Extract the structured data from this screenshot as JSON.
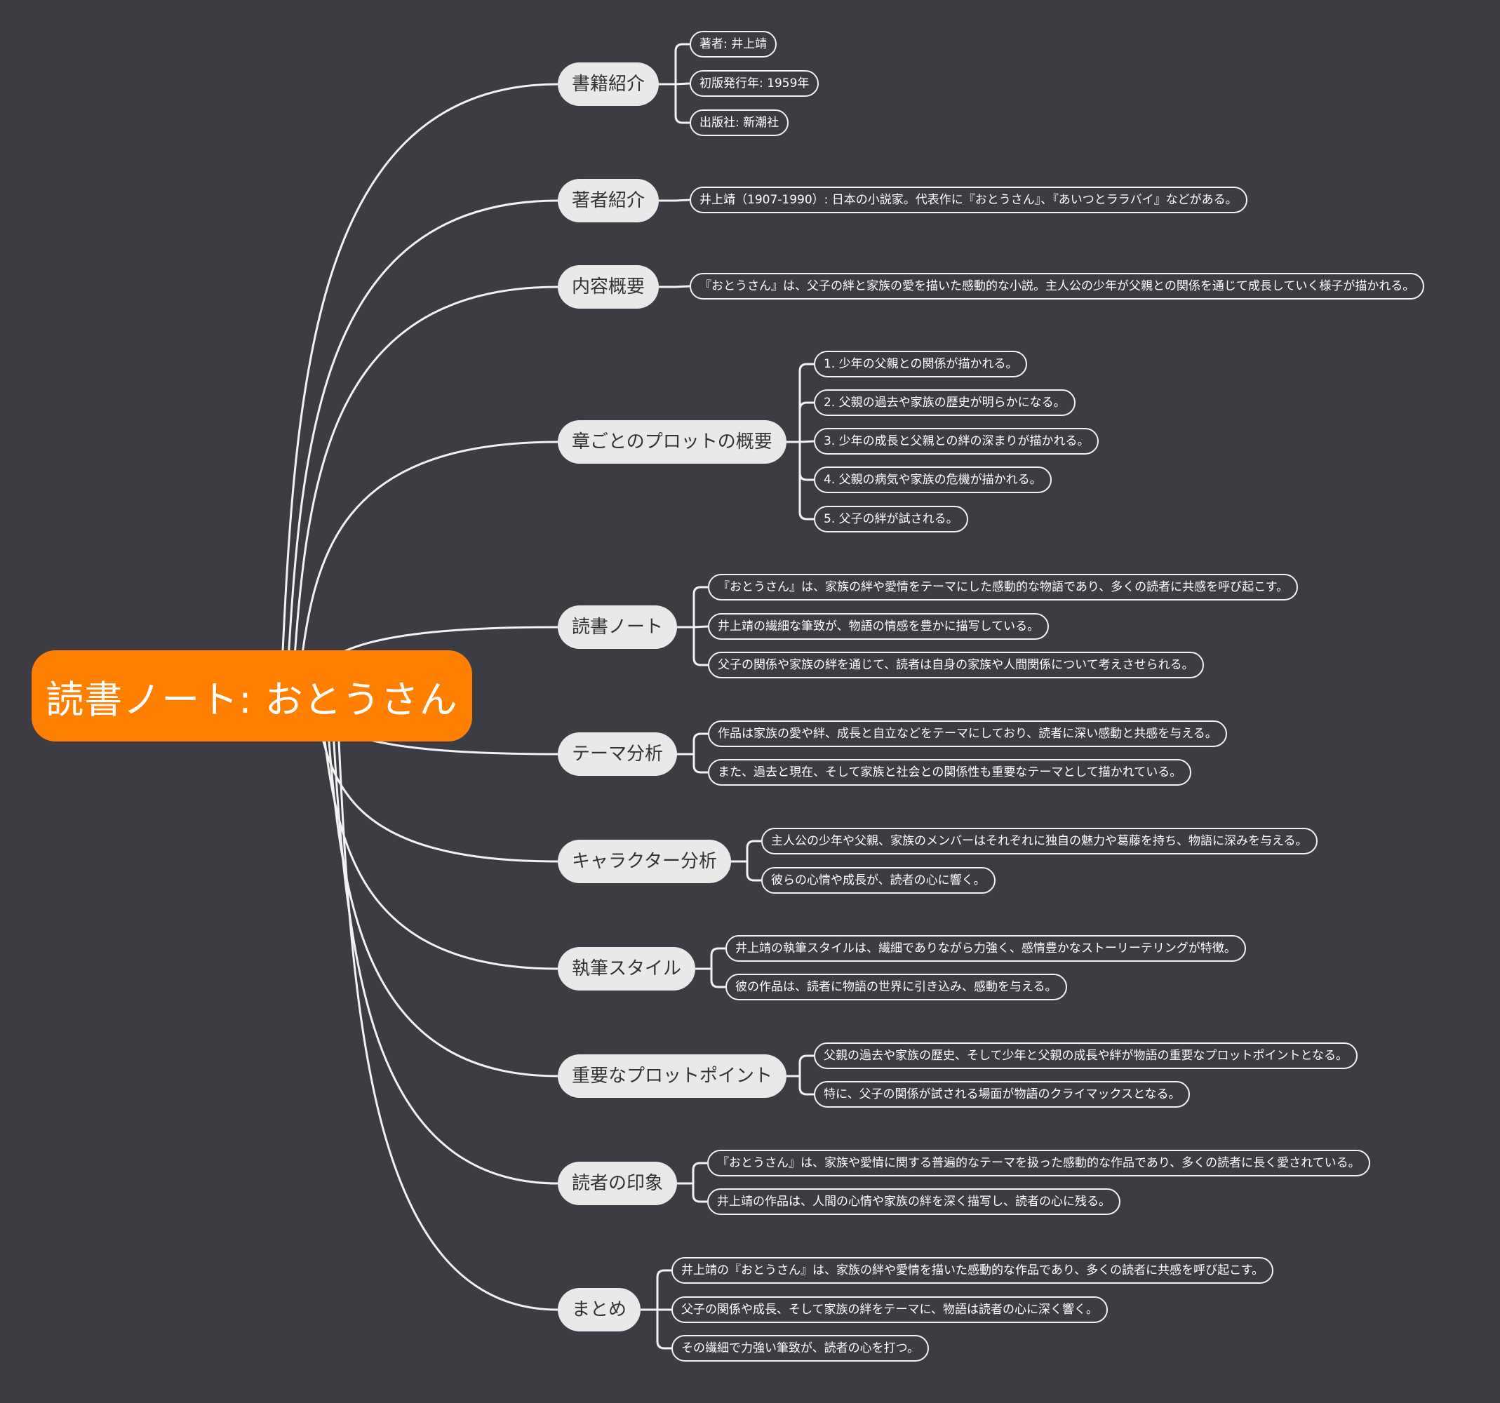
{
  "central": "読書ノート: おとうさん",
  "branches": [
    {
      "label": "書籍紹介",
      "children": [
        "著者: 井上靖",
        "初版発行年: 1959年",
        "出版社: 新潮社"
      ]
    },
    {
      "label": "著者紹介",
      "children": [
        "井上靖（1907-1990）: 日本の小説家。代表作に『おとうさん』、『あいつとララバイ』などがある。"
      ]
    },
    {
      "label": "内容概要",
      "children": [
        "『おとうさん』は、父子の絆と家族の愛を描いた感動的な小説。主人公の少年が父親との関係を通じて成長していく様子が描かれる。"
      ]
    },
    {
      "label": "章ごとのプロットの概要",
      "children": [
        "1. 少年の父親との関係が描かれる。",
        "2. 父親の過去や家族の歴史が明らかになる。",
        "3. 少年の成長と父親との絆の深まりが描かれる。",
        "4. 父親の病気や家族の危機が描かれる。",
        "5. 父子の絆が試される。"
      ]
    },
    {
      "label": "読書ノート",
      "children": [
        "『おとうさん』は、家族の絆や愛情をテーマにした感動的な物語であり、多くの読者に共感を呼び起こす。",
        "井上靖の繊細な筆致が、物語の情感を豊かに描写している。",
        "父子の関係や家族の絆を通じて、読者は自身の家族や人間関係について考えさせられる。"
      ]
    },
    {
      "label": "テーマ分析",
      "children": [
        "作品は家族の愛や絆、成長と自立などをテーマにしており、読者に深い感動と共感を与える。",
        "また、過去と現在、そして家族と社会との関係性も重要なテーマとして描かれている。"
      ]
    },
    {
      "label": "キャラクター分析",
      "children": [
        "主人公の少年や父親、家族のメンバーはそれぞれに独自の魅力や葛藤を持ち、物語に深みを与える。",
        "彼らの心情や成長が、読者の心に響く。"
      ]
    },
    {
      "label": "執筆スタイル",
      "children": [
        "井上靖の執筆スタイルは、繊細でありながら力強く、感情豊かなストーリーテリングが特徴。",
        "彼の作品は、読者に物語の世界に引き込み、感動を与える。"
      ]
    },
    {
      "label": "重要なプロットポイント",
      "children": [
        "父親の過去や家族の歴史、そして少年と父親の成長や絆が物語の重要なプロットポイントとなる。",
        "特に、父子の関係が試される場面が物語のクライマックスとなる。"
      ]
    },
    {
      "label": "読者の印象",
      "children": [
        "『おとうさん』は、家族や愛情に関する普遍的なテーマを扱った感動的な作品であり、多くの読者に長く愛されている。",
        "井上靖の作品は、人間の心情や家族の絆を深く描写し、読者の心に残る。"
      ]
    },
    {
      "label": "まとめ",
      "children": [
        "井上靖の『おとうさん』は、家族の絆や愛情を描いた感動的な作品であり、多くの読者に共感を呼び起こす。",
        "父子の関係や成長、そして家族の絆をテーマに、物語は読者の心に深く響く。",
        "その繊細で力強い筆致が、読者の心を打つ。"
      ]
    }
  ]
}
